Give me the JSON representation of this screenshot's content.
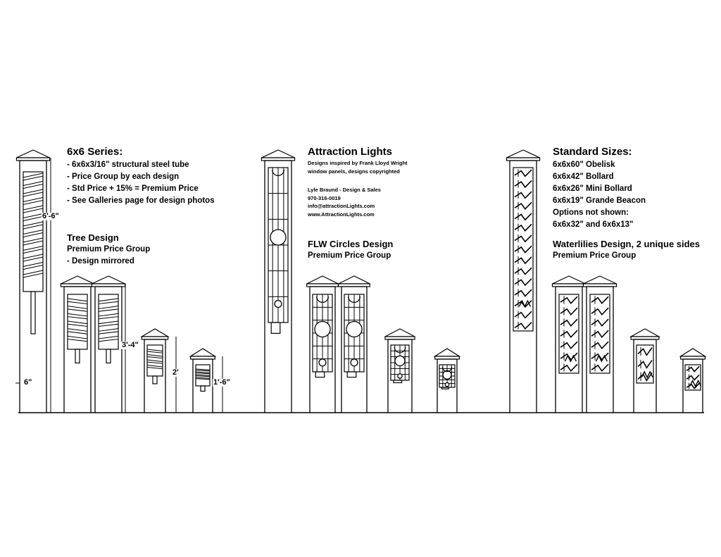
{
  "series_block": {
    "title": "6x6 Series:",
    "items": [
      "- 6x6x3/16\" structural steel tube",
      "- Price Group by each design",
      "- Std Price + 15% = Premium Price",
      "- See Galleries page for design photos"
    ]
  },
  "tree_block": {
    "title": "Tree Design",
    "lines": [
      "Premium Price Group",
      "- Design mirrored"
    ]
  },
  "brand_block": {
    "title": "Attraction Lights",
    "tagline": [
      "Designs inspired by Frank Lloyd Wright",
      "window panels, designs copyrighted"
    ],
    "contact": [
      "Lyle Braund - Design & Sales",
      "970-316-0019",
      "info@attractionLights.com",
      "www.AttractionLights.com"
    ]
  },
  "flw_block": {
    "title": "FLW Circles Design",
    "lines": [
      "Premium Price Group"
    ]
  },
  "sizes_block": {
    "title": "Standard Sizes:",
    "items": [
      "6x6x60\" Obelisk",
      "6x6x42\" Bollard",
      "6x6x26\" Mini Bollard",
      "6x6x19\" Grande Beacon",
      "Options not shown:",
      "6x6x32\" and 6x6x13\""
    ]
  },
  "waterlilies_block": {
    "title": "Waterlilies  Design, 2 unique sides",
    "lines": [
      "Premium Price Group"
    ]
  },
  "dimensions": {
    "obelisk_height": "6'-6\"",
    "base": "6\"",
    "bollard_height": "3'-4\"",
    "mini_height": "2'",
    "beacon_height": "1'-6\""
  }
}
